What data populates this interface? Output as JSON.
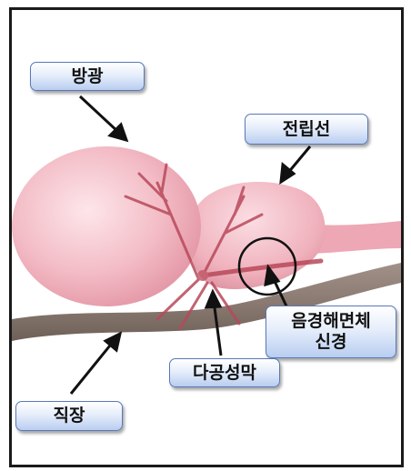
{
  "labels": {
    "bladder": "방광",
    "prostate": "전립선",
    "nerve_line1": "음경해면체",
    "nerve_line2": "신경",
    "plexus": "다공성막",
    "rectum": "직장"
  },
  "colors": {
    "frame": "#1a1a1a",
    "label_border": "#5a78b8",
    "label_fill_top": "#ffffff",
    "label_fill_bottom": "#b9cdf0",
    "organ_pink": "#f2b9c3",
    "nerve_red": "#b8495a",
    "rectum_brown": "#8a7a72"
  }
}
